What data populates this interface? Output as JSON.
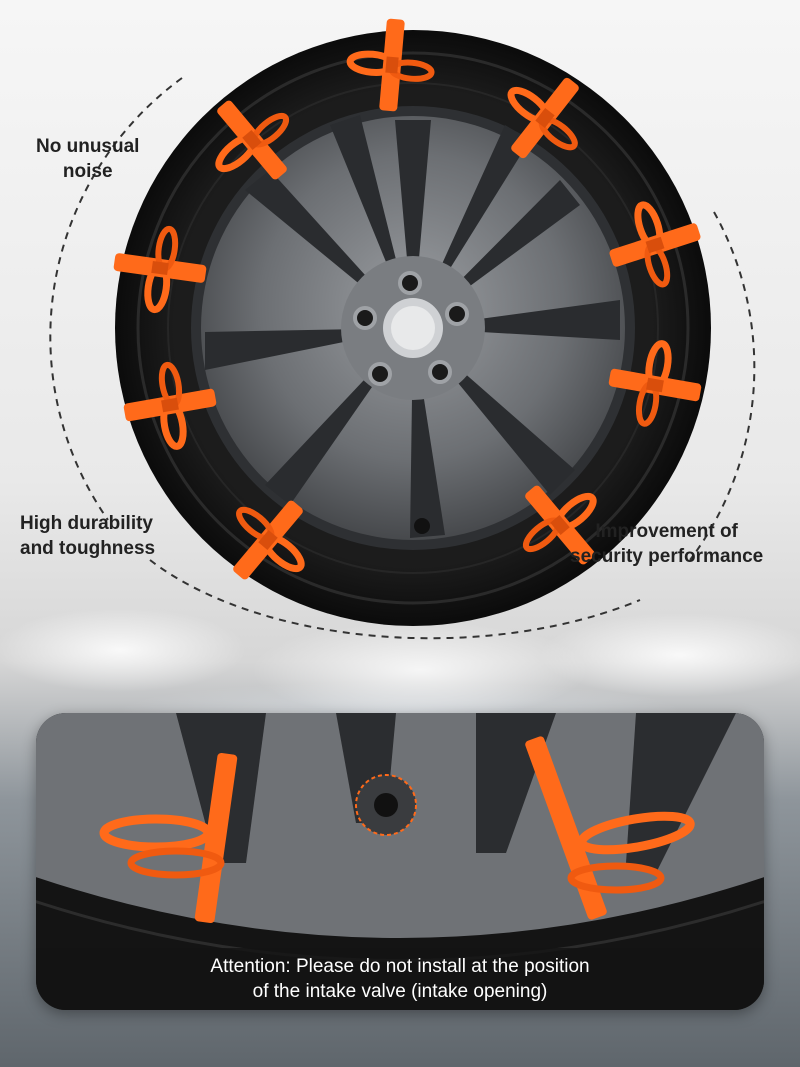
{
  "labels": {
    "noise_line1": "No unusual",
    "noise_line2": "noise",
    "durability_line1": "High durability",
    "durability_line2": "and toughness",
    "security_line1": "Improvement of",
    "security_line2": "security performance"
  },
  "caption": {
    "line1": "Attention: Please do not install at the position",
    "line2": "of the intake valve (intake opening)"
  },
  "colors": {
    "strap_orange": "#ff6a1a",
    "tire_black": "#151515",
    "rim_gray": "#6c6f73"
  },
  "icons": [
    "wheel-image",
    "snow-chain-strap",
    "valve-stem",
    "dashed-arc"
  ]
}
